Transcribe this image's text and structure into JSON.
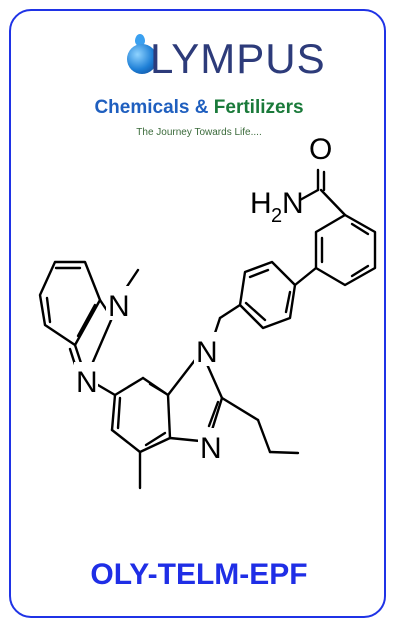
{
  "brand": {
    "name": "LYMPUS",
    "line2_part1": "Chemicals",
    "line2_amp": " & ",
    "line2_part2": "Fertilizers",
    "tagline": "The Journey Towards Life....",
    "colors": {
      "name": "#2d3b7a",
      "chemicals": "#1f5fbf",
      "fertilizers": "#1a7a3a"
    }
  },
  "structure": {
    "atoms": {
      "amide_o": "O",
      "amide_n": "H",
      "amide_n_sub": "2",
      "amide_n_tail": "N",
      "methyl_n": "N",
      "imine_n1": "N",
      "core_n1": "N",
      "core_n2": "N"
    }
  },
  "product_code": "OLY-TELM-EPF",
  "colors": {
    "border": "#1f33e6",
    "code": "#1f2ee6",
    "bonds": "#000000"
  }
}
